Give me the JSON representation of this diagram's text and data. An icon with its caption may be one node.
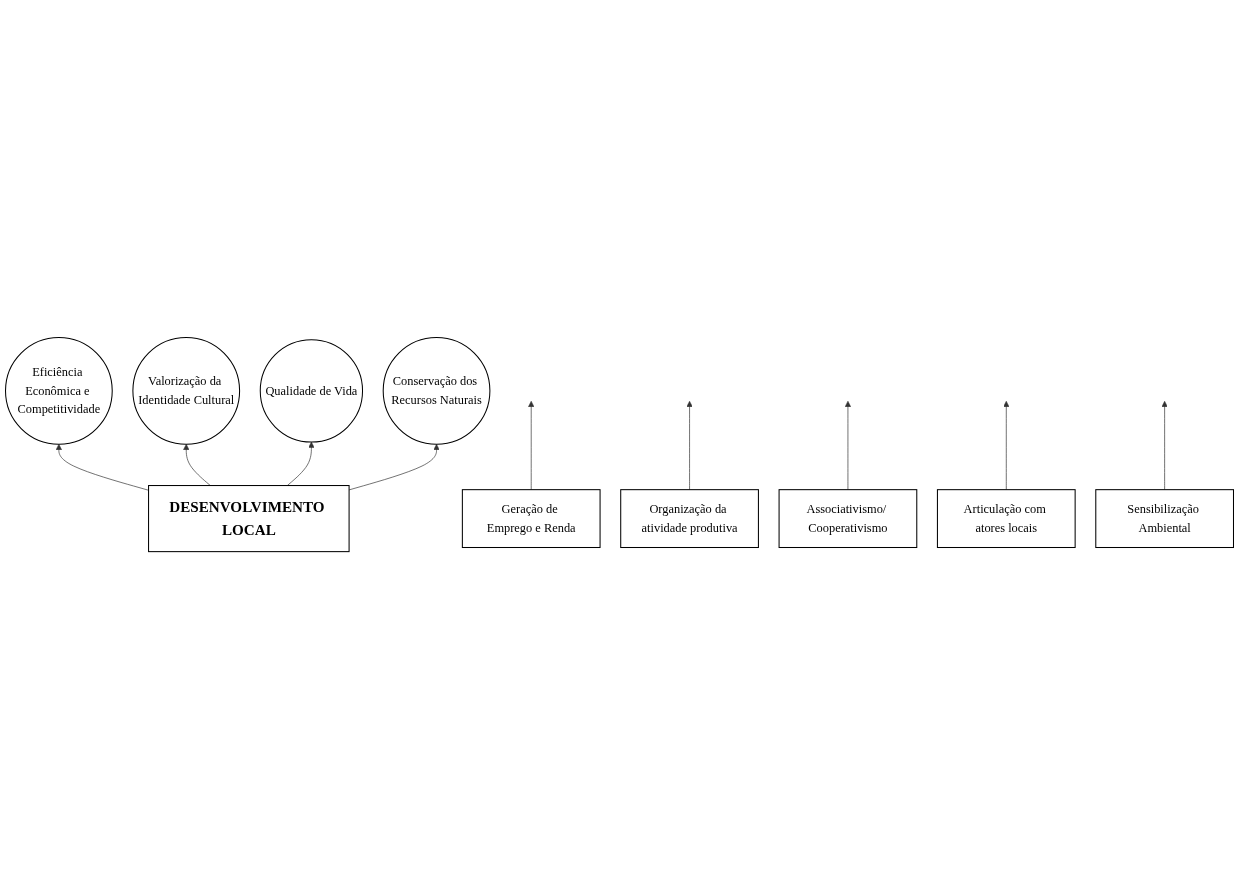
{
  "diagram": {
    "nodes": [
      {
        "text": [
          "Eficiência Econômica e Competitividade"
        ]
      },
      {
        "text": [
          "Valorização da Identidade Cultural"
        ]
      },
      {
        "text": [
          "DESENVOLVIMENTO LOCAL"
        ]
      },
      {
        "text": [
          "Qualidade de Vida"
        ]
      },
      {
        "text": [
          "Conservação dos Recursos Naturais"
        ]
      },
      {
        "text": [
          "Geração de Emprego e Renda"
        ]
      },
      {
        "text": [
          "Organização da atividade produtiva"
        ]
      },
      {
        "text": [
          "Associativismo/ Cooperativismo"
        ]
      },
      {
        "text": [
          "Articulação com atores locais"
        ]
      },
      {
        "text": [
          "Sensibilização Ambiental"
        ]
      }
    ],
    "edges": [
      {
        "from": 2,
        "to": 0,
        "arrow": "to"
      },
      {
        "from": 2,
        "to": 1,
        "arrow": "to"
      },
      {
        "from": 2,
        "to": 3,
        "arrow": "to"
      },
      {
        "from": 2,
        "to": 4,
        "arrow": "to"
      },
      {
        "from": 5,
        "to": null,
        "arrow": "to"
      },
      {
        "from": 6,
        "to": null,
        "arrow": "to"
      },
      {
        "from": 7,
        "to": null,
        "arrow": "to"
      },
      {
        "from": 8,
        "to": null,
        "arrow": "to"
      },
      {
        "from": 9,
        "to": null,
        "arrow": "to"
      }
    ]
  }
}
